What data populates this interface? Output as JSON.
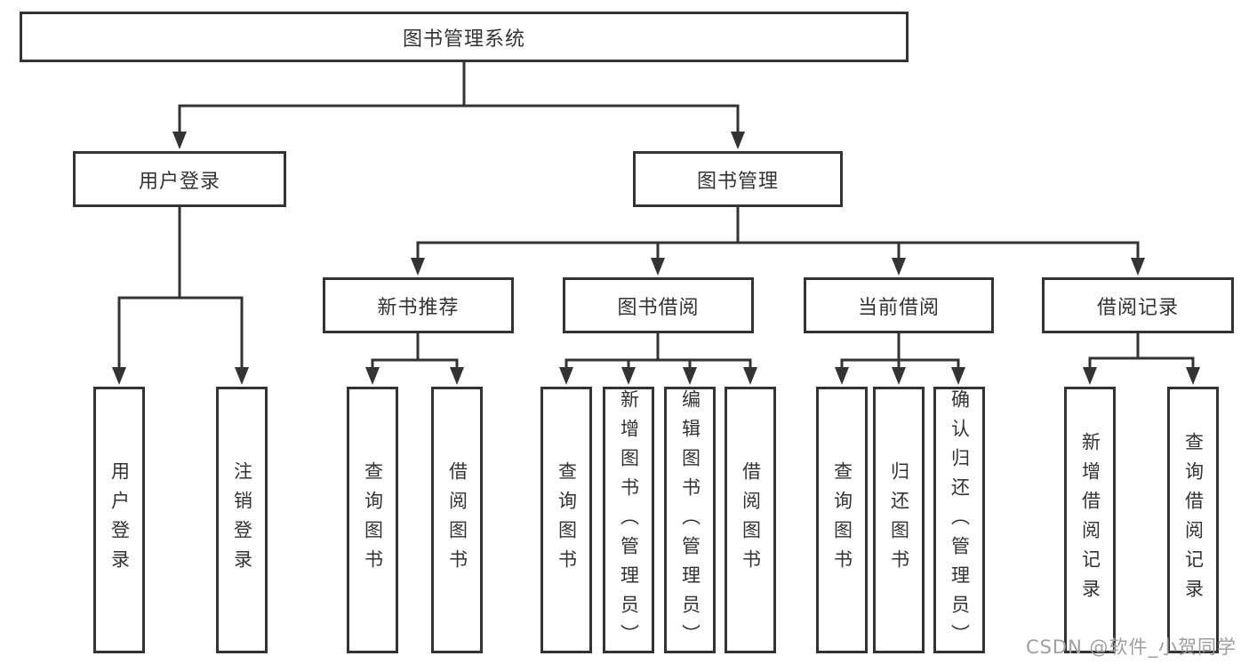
{
  "diagram_title": "图书管理系统",
  "watermark": "CSDN @软件_小贺同学",
  "colors": {
    "line": "#333333",
    "box_border": "#333333",
    "text": "#333333",
    "watermark": "#9e9e9e",
    "background": "#ffffff"
  },
  "nodes": {
    "root": {
      "label": "图书管理系统"
    },
    "l2": [
      {
        "label": "用户登录",
        "parent": "图书管理系统"
      },
      {
        "label": "图书管理",
        "parent": "图书管理系统"
      }
    ],
    "l3": [
      {
        "label": "新书推荐",
        "parent": "图书管理"
      },
      {
        "label": "图书借阅",
        "parent": "图书管理"
      },
      {
        "label": "当前借阅",
        "parent": "图书管理"
      },
      {
        "label": "借阅记录",
        "parent": "图书管理"
      }
    ],
    "leaves": [
      {
        "label": "用户登录",
        "parent": "用户登录"
      },
      {
        "label": "注销登录",
        "parent": "用户登录"
      },
      {
        "label": "查询图书",
        "parent": "新书推荐"
      },
      {
        "label": "借阅图书",
        "parent": "新书推荐"
      },
      {
        "label": "查询图书",
        "parent": "图书借阅"
      },
      {
        "label": "新增图书（管理员）",
        "parent": "图书借阅"
      },
      {
        "label": "编辑图书（管理员）",
        "parent": "图书借阅"
      },
      {
        "label": "借阅图书",
        "parent": "图书借阅"
      },
      {
        "label": "查询图书",
        "parent": "当前借阅"
      },
      {
        "label": "归还图书",
        "parent": "当前借阅"
      },
      {
        "label": "确认归还（管理员）",
        "parent": "当前借阅"
      },
      {
        "label": "新增借阅记录",
        "parent": "借阅记录"
      },
      {
        "label": "查询借阅记录",
        "parent": "借阅记录"
      }
    ]
  }
}
